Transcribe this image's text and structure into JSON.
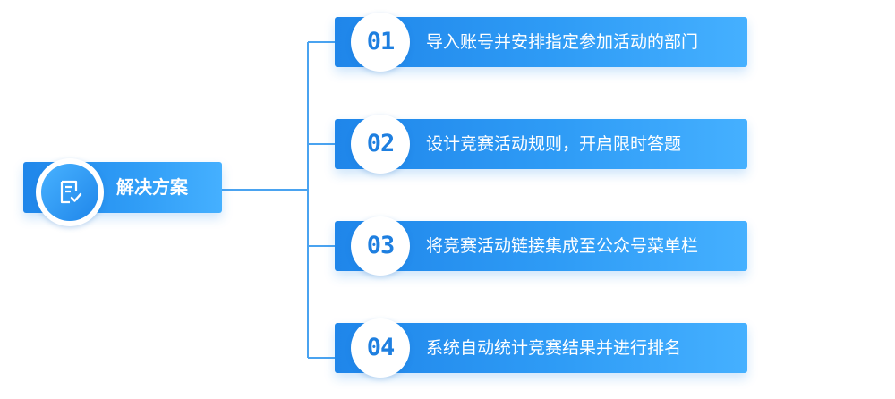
{
  "root": {
    "label": "解决方案",
    "icon": "document-check-icon"
  },
  "steps": [
    {
      "number": "01",
      "label": "导入账号并安排指定参加活动的部门"
    },
    {
      "number": "02",
      "label": "设计竞赛活动规则，开启限时答题"
    },
    {
      "number": "03",
      "label": "将竞赛活动链接集成至公众号菜单栏"
    },
    {
      "number": "04",
      "label": "系统自动统计竞赛结果并进行排名"
    }
  ],
  "colors": {
    "accent": "#1f86ea",
    "accent_light": "#45b0ff",
    "connector": "#4aa3f0"
  }
}
